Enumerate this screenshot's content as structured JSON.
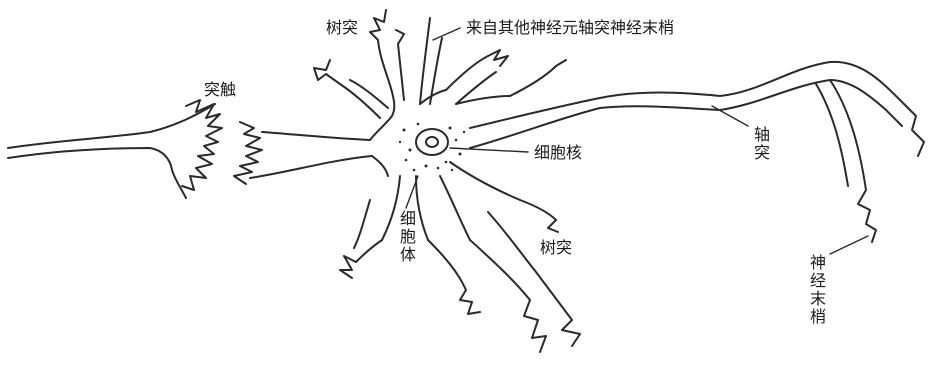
{
  "labels": {
    "dendrite_top": "树突",
    "from_other_axon": "来自其他神经元轴突神经末梢",
    "synapse": "突触",
    "nucleus": "细胞核",
    "axon": "轴突",
    "soma": "细胞体",
    "dendrite_bottom": "树突",
    "nerve_ending": "神经末梢"
  }
}
